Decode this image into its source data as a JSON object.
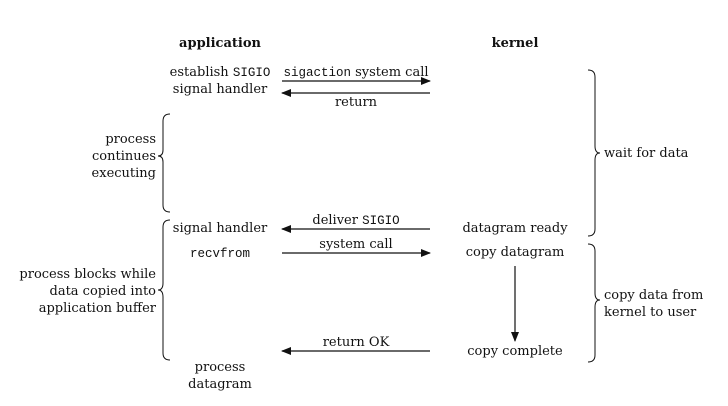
{
  "headers": {
    "application": "application",
    "kernel": "kernel"
  },
  "app": {
    "establish_prefix": "establish ",
    "establish_code": "SIGIO",
    "establish_line2": "signal handler",
    "signal_handler": "signal handler",
    "recvfrom": "recvfrom",
    "process_line1": "process",
    "process_line2": "datagram"
  },
  "arrows": {
    "sigaction_code": "sigaction",
    "sigaction_rest": " system call",
    "return": "return",
    "deliver_prefix": "deliver ",
    "deliver_code": "SIGIO",
    "system_call": "system call",
    "return_ok": "return OK"
  },
  "kernel": {
    "datagram_ready": "datagram ready",
    "copy_datagram": "copy datagram",
    "copy_complete": "copy complete"
  },
  "left_notes": {
    "continues": [
      "process",
      "continues",
      "executing"
    ],
    "blocks": [
      "process blocks while",
      "data copied into",
      "application buffer"
    ]
  },
  "right_notes": {
    "wait": "wait for data",
    "copy": [
      "copy data from",
      "kernel to user"
    ]
  },
  "colors": {
    "ink": "#111111"
  }
}
